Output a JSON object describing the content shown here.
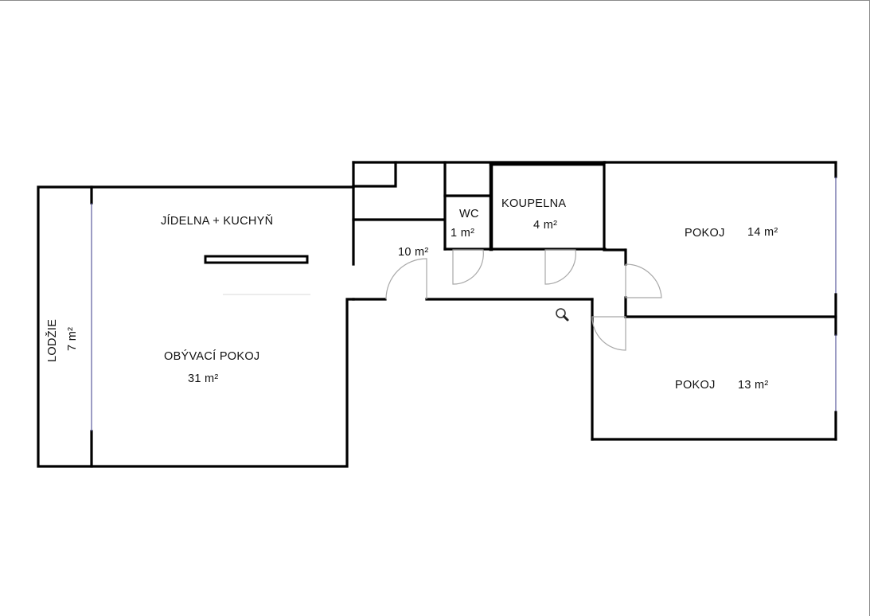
{
  "plan": {
    "rooms": [
      {
        "id": "jidelna",
        "name": "JÍDELNA + KUCHYŇ",
        "area": ""
      },
      {
        "id": "obyvaci",
        "name": "OBÝVACÍ POKOJ",
        "area": "31 m²"
      },
      {
        "id": "lodzie",
        "name": "LODŽIE",
        "area": "7 m²"
      },
      {
        "id": "hall",
        "name": "",
        "area": "10 m²"
      },
      {
        "id": "wc",
        "name": "WC",
        "area": "1 m²"
      },
      {
        "id": "koupelna",
        "name": "KOUPELNA",
        "area": "4 m²"
      },
      {
        "id": "pokoj1",
        "name": "POKOJ",
        "area": "14 m²"
      },
      {
        "id": "pokoj2",
        "name": "POKOJ",
        "area": "13 m²"
      }
    ],
    "icons": {
      "zoom": "magnifier-icon"
    },
    "colors": {
      "wall": "#000000",
      "window": "#3a3a8a",
      "door": "#a8a8a8",
      "frame": "#8a8a8a"
    }
  }
}
